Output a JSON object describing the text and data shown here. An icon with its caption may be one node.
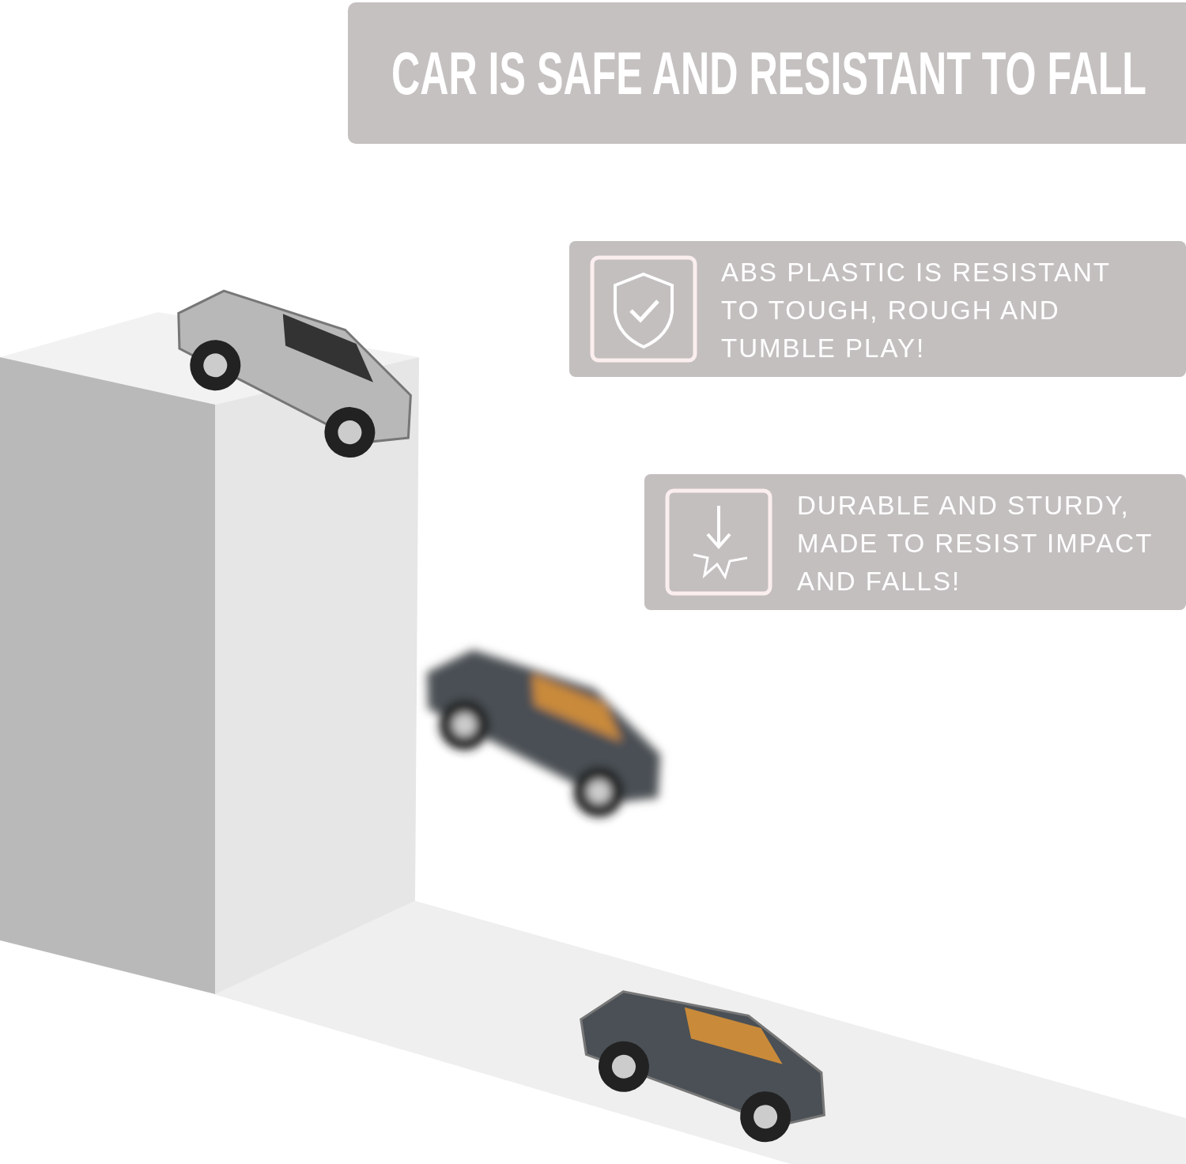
{
  "diagram": {
    "title": "CAR IS SAFE AND RESISTANT TO FALL",
    "nodes": [
      {
        "text": [
          "ABS PLASTIC IS RESISTANT TO TOUGH, ROUGH AND TUMBLE PLAY!"
        ]
      },
      {
        "text": [
          "DURABLE AND STURDY, MADE TO RESIST IMPACT AND FALLS!"
        ]
      }
    ]
  }
}
